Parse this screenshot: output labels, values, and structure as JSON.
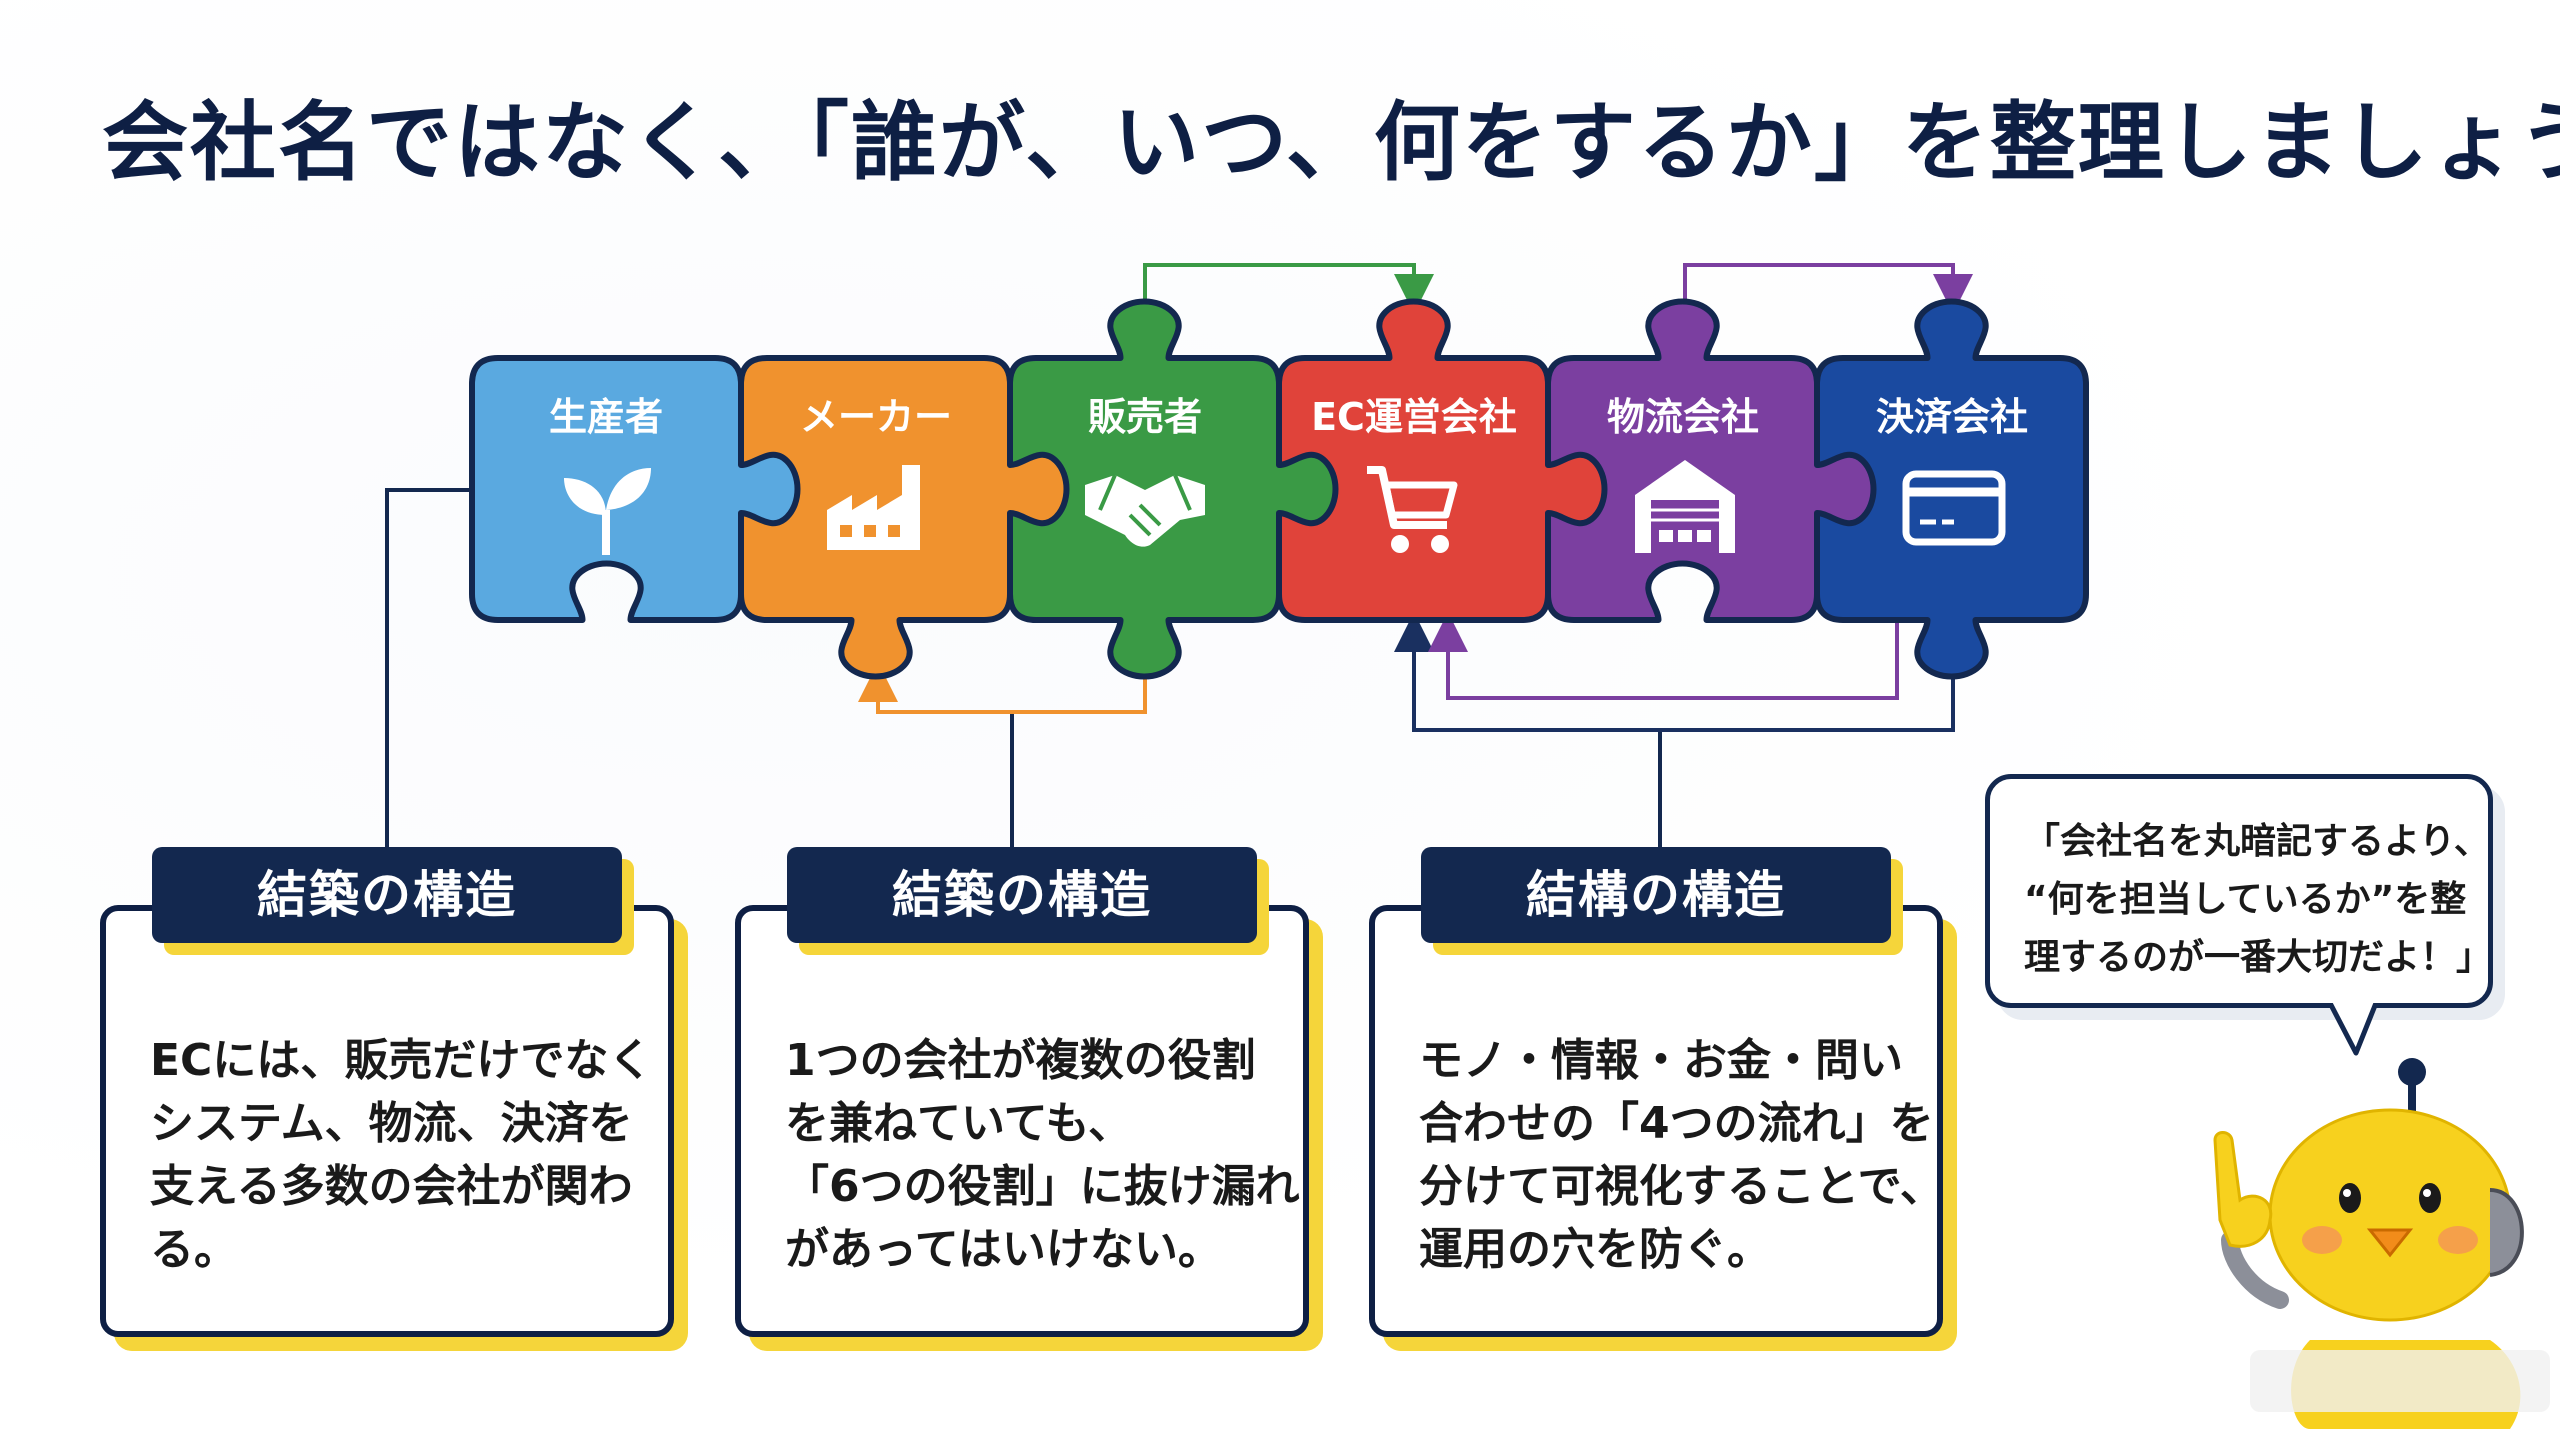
{
  "title": "会社名ではなく、「誰が、いつ、何をするか」を整理しましょう",
  "pieces": [
    {
      "label": "生産者",
      "color": "#5aa9e0",
      "icon": "sprout-icon"
    },
    {
      "label": "メーカー",
      "color": "#f0922e",
      "icon": "factory-icon"
    },
    {
      "label": "販売者",
      "color": "#3a9a45",
      "icon": "handshake-icon"
    },
    {
      "label": "EC運営会社",
      "color": "#e0433a",
      "icon": "shopping-cart-icon"
    },
    {
      "label": "物流会社",
      "color": "#7b3fa0",
      "icon": "warehouse-icon"
    },
    {
      "label": "決済会社",
      "color": "#1a4aa0",
      "icon": "credit-card-icon"
    }
  ],
  "cards": [
    {
      "header": "結築の構造",
      "lines": [
        "ECには、販売だけでなく",
        "システム、物流、決済を",
        "支える多数の会社が関わ",
        "る。"
      ]
    },
    {
      "header": "結築の構造",
      "lines": [
        "1つの会社が複数の役割",
        "を兼ねていても、",
        "「6つの役割」に抜け漏れ",
        "があってはいけない。"
      ]
    },
    {
      "header": "結構の構造",
      "lines": [
        "モノ・情報・お金・問い",
        "合わせの「4つの流れ」を",
        "分けて可視化することで、",
        "運用の穴を防ぐ。"
      ]
    }
  ],
  "bubble": {
    "lines": [
      "「会社名を丸暗記するより、",
      "“何を担当しているか”を整",
      "理するのが一番大切だよ！」"
    ]
  },
  "colors": {
    "navy": "#13284f",
    "yellow": "#f5d53a",
    "green_arrow": "#3a9a45",
    "orange_arrow": "#f0922e",
    "purple_arrow": "#7b3fa0",
    "navy_arrow": "#1a3060"
  }
}
